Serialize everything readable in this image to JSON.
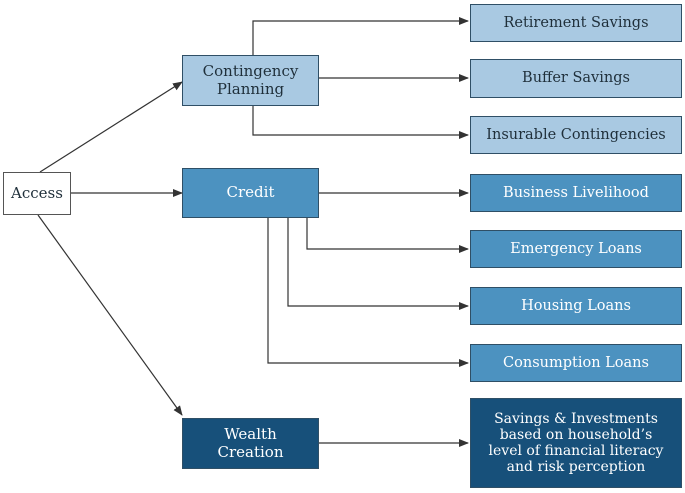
{
  "nodes": {
    "access": "Access",
    "contingency": "Contingency\nPlanning",
    "credit": "Credit",
    "wealth": "Wealth\nCreation",
    "retirement": "Retirement Savings",
    "buffer": "Buffer Savings",
    "insurable": "Insurable Contingencies",
    "business": "Business Livelihood",
    "emergency": "Emergency Loans",
    "housing": "Housing Loans",
    "consumption": "Consumption Loans",
    "savings": "Savings & Investments\nbased on household’s\nlevel of financial literacy\nand risk perception"
  },
  "colors": {
    "light_fill": "#a9c9e2",
    "mid_fill": "#4c92c0",
    "dark_fill": "#17507a",
    "line": "#333333"
  }
}
